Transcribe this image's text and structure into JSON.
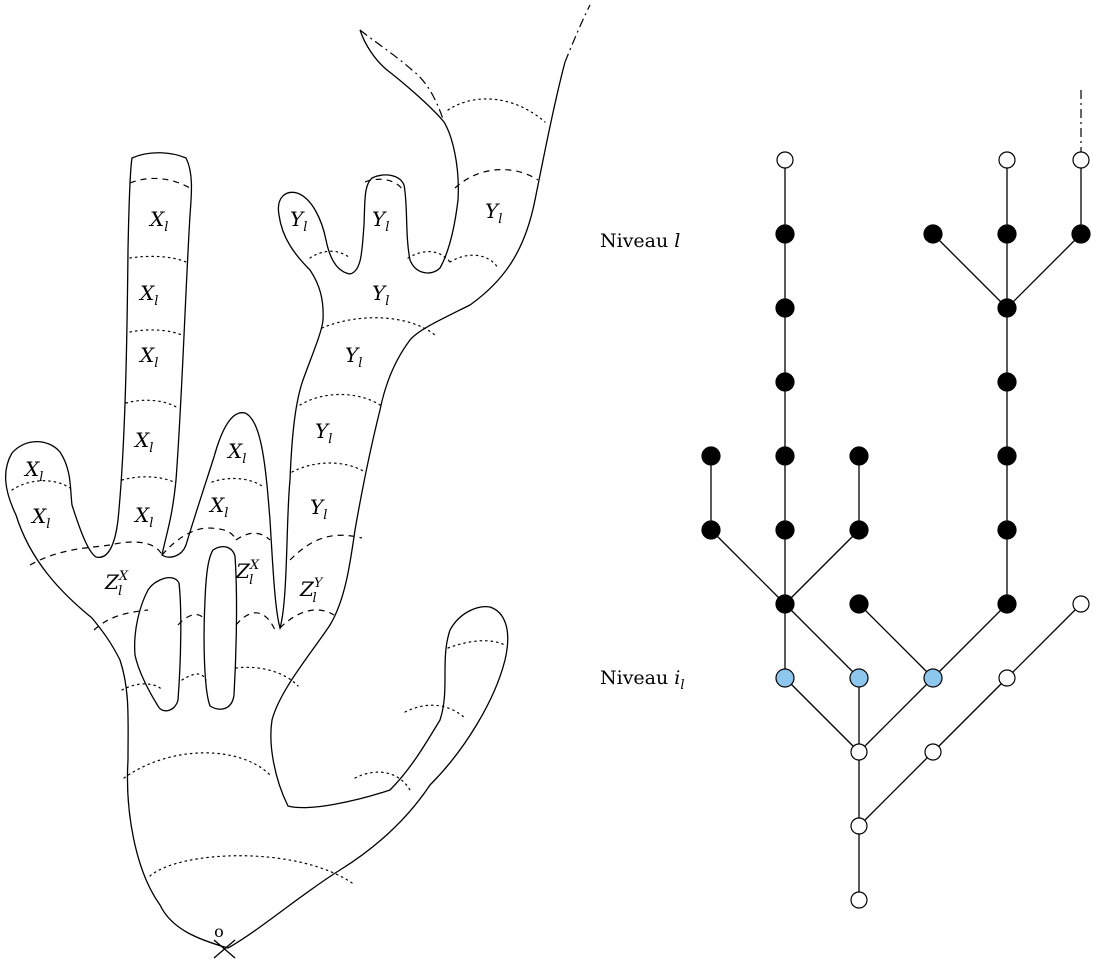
{
  "left_figure": {
    "origin_label": "o",
    "region_labels": {
      "x_l": "X",
      "y_l": "Y",
      "z_l": "Z",
      "sub_l": "l",
      "sup_x": "X",
      "sup_y": "Y"
    }
  },
  "right_tree": {
    "level_l": {
      "text": "Niveau ",
      "var": "l"
    },
    "level_il": {
      "text": "Niveau ",
      "var": "i",
      "sub": "l"
    },
    "colors": {
      "filled": "#000000",
      "highlighted": "#8ec7ee",
      "open": "#ffffff"
    }
  }
}
